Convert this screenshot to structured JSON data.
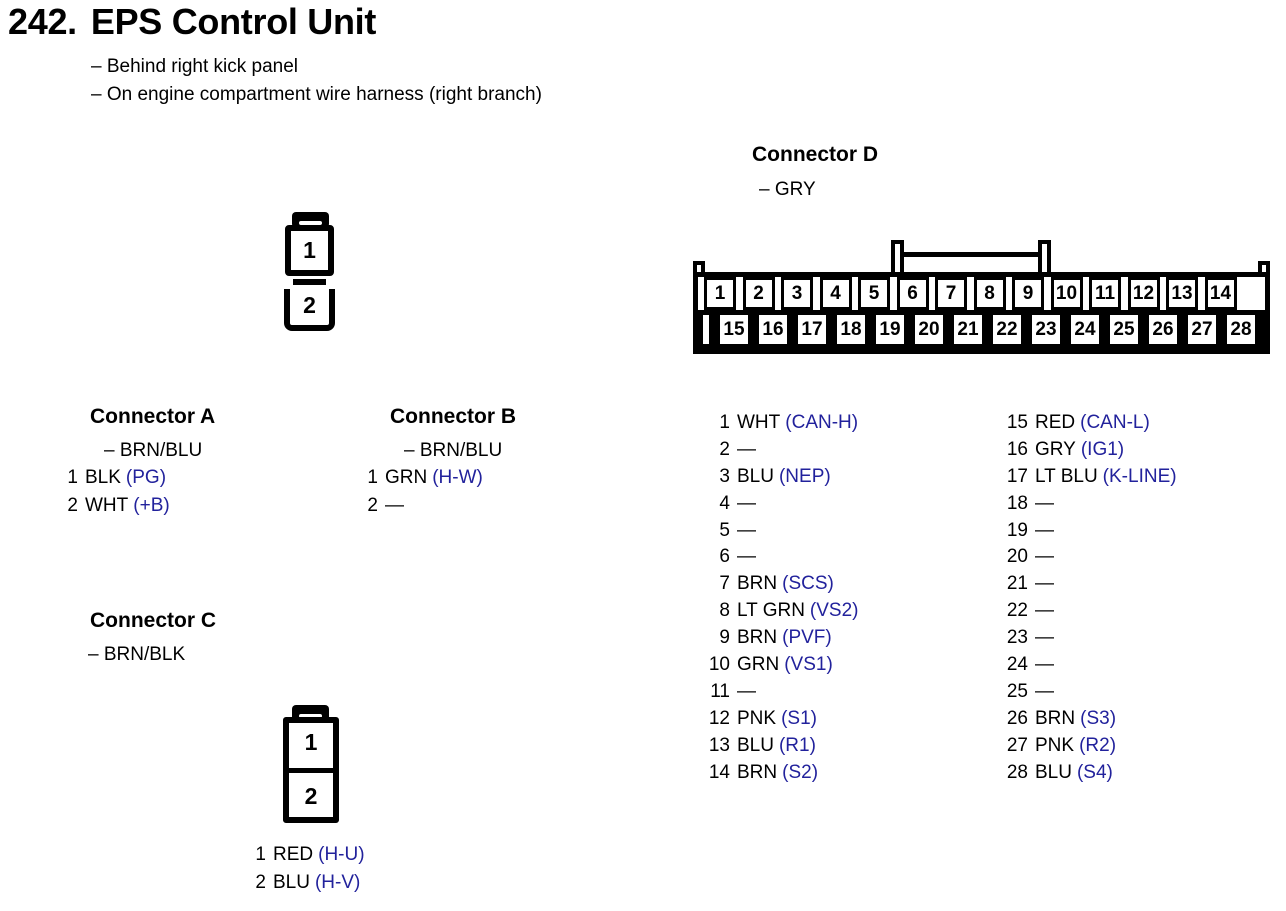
{
  "page": {
    "title_number": "242.",
    "title_text": "EPS Control Unit",
    "notes": [
      "– Behind right kick panel",
      "– On engine compartment wire harness (right branch)"
    ]
  },
  "colors": {
    "code_blue": "#22229c",
    "ink": "#000000"
  },
  "connector_ab_diagram_pins": [
    "1",
    "2"
  ],
  "connector_a": {
    "title": "Connector A",
    "color_note": "– BRN/BLU",
    "pins": [
      {
        "num": "1",
        "wire": "BLK",
        "code": "(PG)"
      },
      {
        "num": "2",
        "wire": "WHT",
        "code": "(+B)"
      }
    ]
  },
  "connector_b": {
    "title": "Connector B",
    "color_note": "– BRN/BLU",
    "pins": [
      {
        "num": "1",
        "wire": "GRN",
        "code": "(H-W)"
      },
      {
        "num": "2",
        "wire": "—",
        "code": ""
      }
    ]
  },
  "connector_c": {
    "title": "Connector C",
    "color_note": "– BRN/BLK",
    "diagram_pins": [
      "1",
      "2"
    ],
    "pins": [
      {
        "num": "1",
        "wire": "RED",
        "code": "(H-U)"
      },
      {
        "num": "2",
        "wire": "BLU",
        "code": "(H-V)"
      }
    ]
  },
  "connector_d": {
    "title": "Connector D",
    "color_note": "– GRY",
    "diagram_top_pins": [
      "1",
      "2",
      "3",
      "4",
      "5",
      "6",
      "7",
      "8",
      "9",
      "10",
      "11",
      "12",
      "13",
      "14"
    ],
    "diagram_bottom_pins": [
      "15",
      "16",
      "17",
      "18",
      "19",
      "20",
      "21",
      "22",
      "23",
      "24",
      "25",
      "26",
      "27",
      "28"
    ],
    "pins_left": [
      {
        "num": "1",
        "wire": "WHT",
        "code": "(CAN-H)"
      },
      {
        "num": "2",
        "wire": "—",
        "code": ""
      },
      {
        "num": "3",
        "wire": "BLU",
        "code": "(NEP)"
      },
      {
        "num": "4",
        "wire": "—",
        "code": ""
      },
      {
        "num": "5",
        "wire": "—",
        "code": ""
      },
      {
        "num": "6",
        "wire": "—",
        "code": ""
      },
      {
        "num": "7",
        "wire": "BRN",
        "code": "(SCS)"
      },
      {
        "num": "8",
        "wire": "LT GRN",
        "code": "(VS2)"
      },
      {
        "num": "9",
        "wire": "BRN",
        "code": "(PVF)"
      },
      {
        "num": "10",
        "wire": "GRN",
        "code": "(VS1)"
      },
      {
        "num": "11",
        "wire": "—",
        "code": ""
      },
      {
        "num": "12",
        "wire": "PNK",
        "code": "(S1)"
      },
      {
        "num": "13",
        "wire": "BLU",
        "code": "(R1)"
      },
      {
        "num": "14",
        "wire": "BRN",
        "code": "(S2)"
      }
    ],
    "pins_right": [
      {
        "num": "15",
        "wire": "RED",
        "code": "(CAN-L)"
      },
      {
        "num": "16",
        "wire": "GRY",
        "code": "(IG1)"
      },
      {
        "num": "17",
        "wire": "LT BLU",
        "code": "(K-LINE)"
      },
      {
        "num": "18",
        "wire": "—",
        "code": ""
      },
      {
        "num": "19",
        "wire": "—",
        "code": ""
      },
      {
        "num": "20",
        "wire": "—",
        "code": ""
      },
      {
        "num": "21",
        "wire": "—",
        "code": ""
      },
      {
        "num": "22",
        "wire": "—",
        "code": ""
      },
      {
        "num": "23",
        "wire": "—",
        "code": ""
      },
      {
        "num": "24",
        "wire": "—",
        "code": ""
      },
      {
        "num": "25",
        "wire": "—",
        "code": ""
      },
      {
        "num": "26",
        "wire": "BRN",
        "code": "(S3)"
      },
      {
        "num": "27",
        "wire": "PNK",
        "code": "(R2)"
      },
      {
        "num": "28",
        "wire": "BLU",
        "code": "(S4)"
      }
    ]
  }
}
